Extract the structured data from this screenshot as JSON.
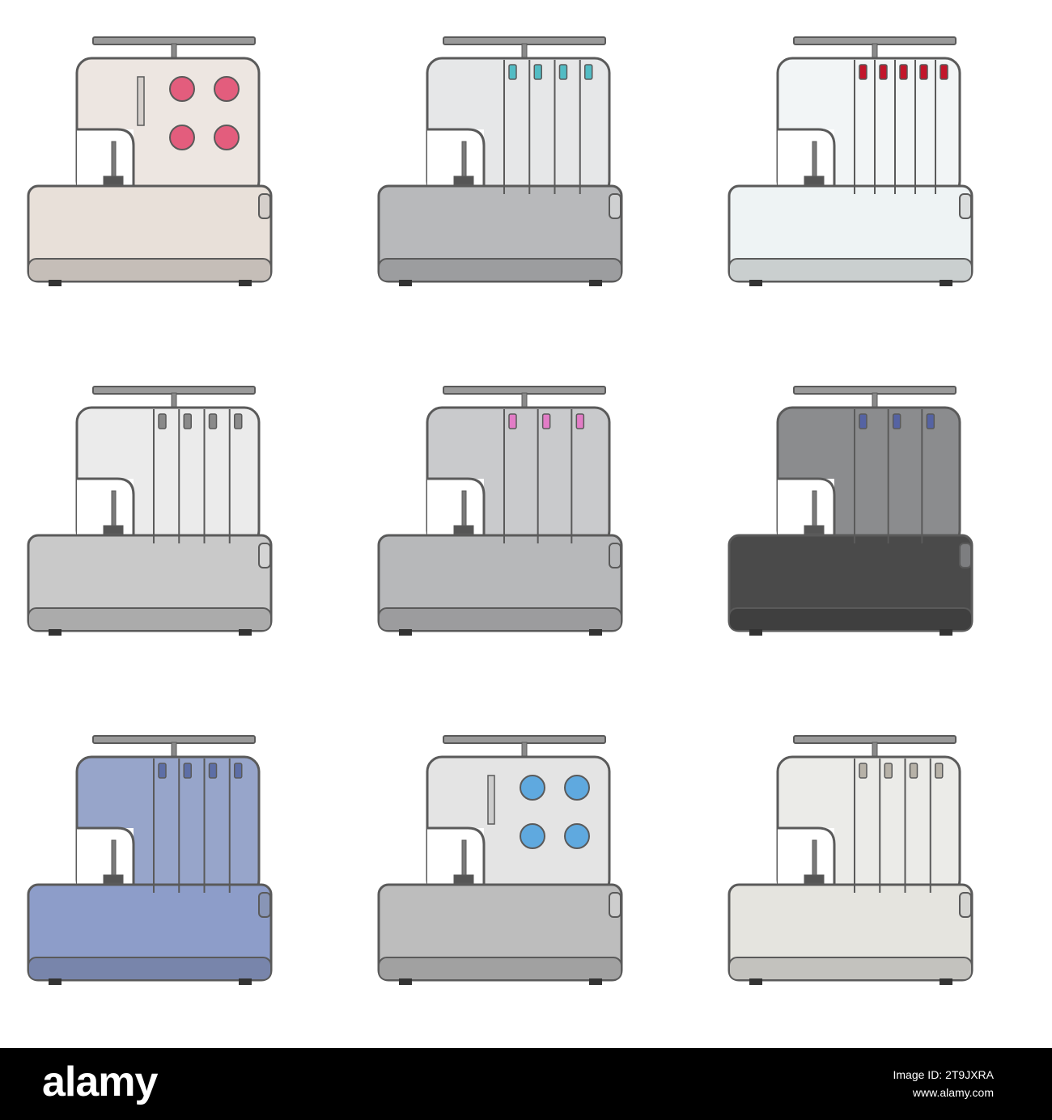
{
  "colors": {
    "background": "#ffffff",
    "footer": "#000000",
    "outline": "#5a5a5a"
  },
  "machines": [
    {
      "name": "serger-pink-dots",
      "body": "#ede6e1",
      "base": "#e8e0d9",
      "accent": "#e35d7d",
      "style": "dots",
      "threads": 0
    },
    {
      "name": "serger-grey-teal",
      "body": "#e6e7e8",
      "base": "#b8b9bb",
      "accent": "#52bcc4",
      "style": "tabs",
      "threads": 4
    },
    {
      "name": "serger-white-red",
      "body": "#f2f5f6",
      "base": "#eef3f4",
      "accent": "#c2162b",
      "style": "tabs",
      "threads": 5
    },
    {
      "name": "serger-light-grey",
      "body": "#ebebeb",
      "base": "#c9c9c9",
      "accent": "#8a8a8a",
      "style": "tabs",
      "threads": 4
    },
    {
      "name": "serger-grey-pink",
      "body": "#c9cacc",
      "base": "#b7b8ba",
      "accent": "#e27cc6",
      "style": "tabs",
      "threads": 3
    },
    {
      "name": "serger-dark-navy",
      "body": "#8b8c8e",
      "base": "#4a4a4a",
      "accent": "#5563a3",
      "style": "tabs",
      "threads": 3
    },
    {
      "name": "serger-blue",
      "body": "#97a5ca",
      "base": "#8d9dc9",
      "accent": "#5d6ea6",
      "style": "tabs",
      "threads": 4
    },
    {
      "name": "serger-grey-blue-dots",
      "body": "#e4e4e4",
      "base": "#bdbdbd",
      "accent": "#5fa9df",
      "style": "dots",
      "threads": 0
    },
    {
      "name": "serger-cream",
      "body": "#ebebe8",
      "base": "#e5e4df",
      "accent": "#b7b2a8",
      "style": "tabs",
      "threads": 4
    }
  ],
  "footer": {
    "brand": "alamy",
    "image_id": "Image ID: 2T9JXRA",
    "url": "www.alamy.com"
  }
}
